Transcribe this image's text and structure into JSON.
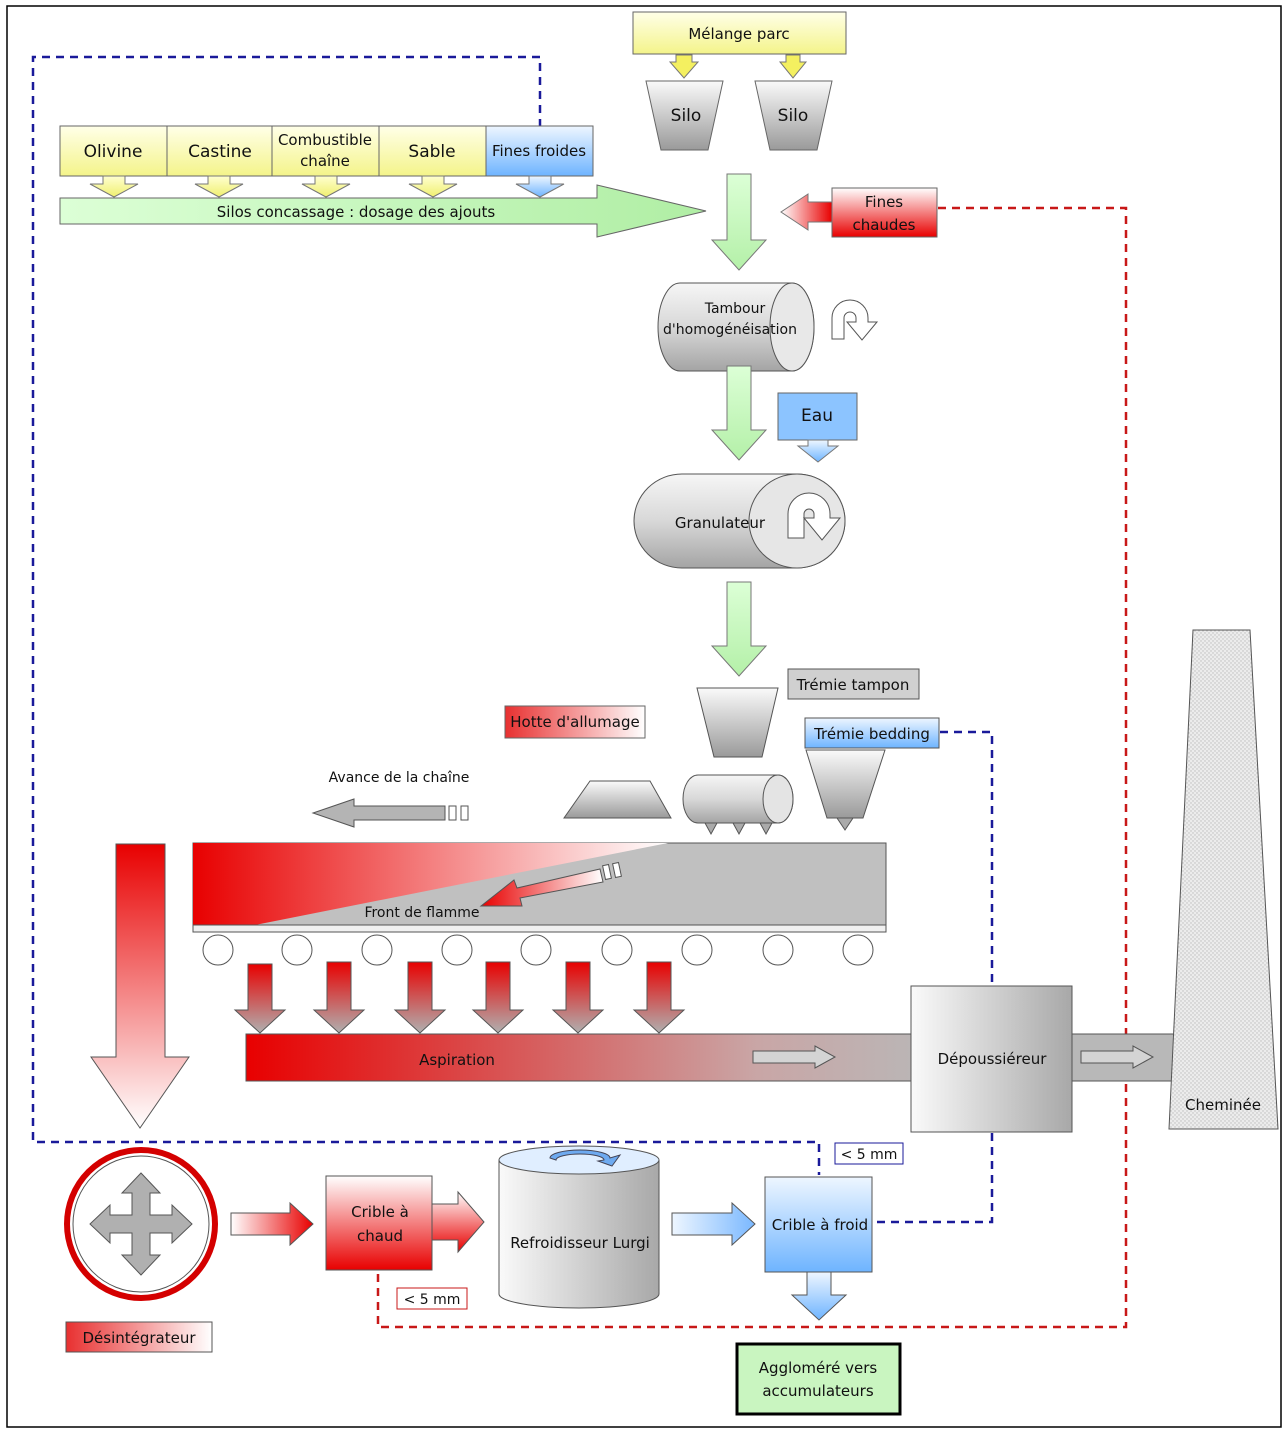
{
  "labels": {
    "melange_parc": "Mélange parc",
    "silo_1": "Silo",
    "silo_2": "Silo",
    "olivine": "Olivine",
    "castine": "Castine",
    "combustible_1": "Combustible",
    "combustible_2": "chaîne",
    "sable": "Sable",
    "fines_froides": "Fines froides",
    "silos_concassage": "Silos concassage : dosage des ajouts",
    "fines_chaudes_1": "Fines",
    "fines_chaudes_2": "chaudes",
    "tambour_1": "Tambour",
    "tambour_2": "d'homogénéisation",
    "eau": "Eau",
    "granulateur": "Granulateur",
    "tremie_tampon": "Trémie tampon",
    "hotte_allumage": "Hotte d'allumage",
    "tremie_bedding": "Trémie bedding",
    "avance_chaine": "Avance de la chaîne",
    "front_flamme": "Front de flamme",
    "aspiration": "Aspiration",
    "depoussiereur": "Dépoussiéreur",
    "cheminee": "Cheminée",
    "lt5_blue": "< 5 mm",
    "lt5_red": "< 5 mm",
    "crible_chaud_1": "Crible à",
    "crible_chaud_2": "chaud",
    "refroidisseur": "Refroidisseur Lurgi",
    "crible_froid": "Crible à froid",
    "desintegrateur": "Désintégrateur",
    "agglomere_1": "Aggloméré vers",
    "agglomere_2": "accumulateurs"
  },
  "colors": {
    "yellow": "#ffffa8",
    "green": "#c9f5c0",
    "red": "#e80000",
    "blue": "#8cc4ff",
    "grey": "#b8b8b8",
    "dash_blue": "#1a1a9a",
    "dash_red": "#c81818"
  }
}
